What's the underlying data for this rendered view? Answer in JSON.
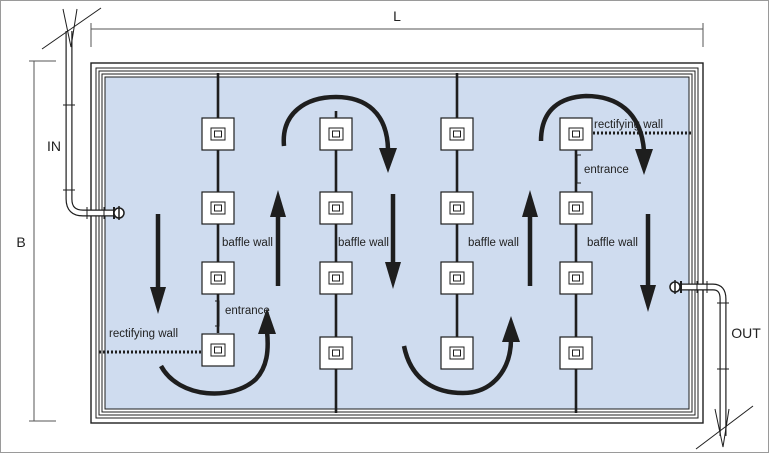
{
  "dimensions": {
    "length": "L",
    "breadth": "B"
  },
  "pipes": {
    "inlet": "IN",
    "outlet": "OUT"
  },
  "labels": {
    "baffle_wall": "baffle wall",
    "rectifying_wall": "rectifying wall",
    "entrance": "entrance"
  },
  "colors": {
    "water": "#cfdcef",
    "outline": "#1e1e1e",
    "frame": "#ffffff",
    "background": "#ffffff"
  },
  "icons": [
    "flow-arrow-icon",
    "u-turn-arrow-icon",
    "aerator-box-icon",
    "valve-icon"
  ]
}
